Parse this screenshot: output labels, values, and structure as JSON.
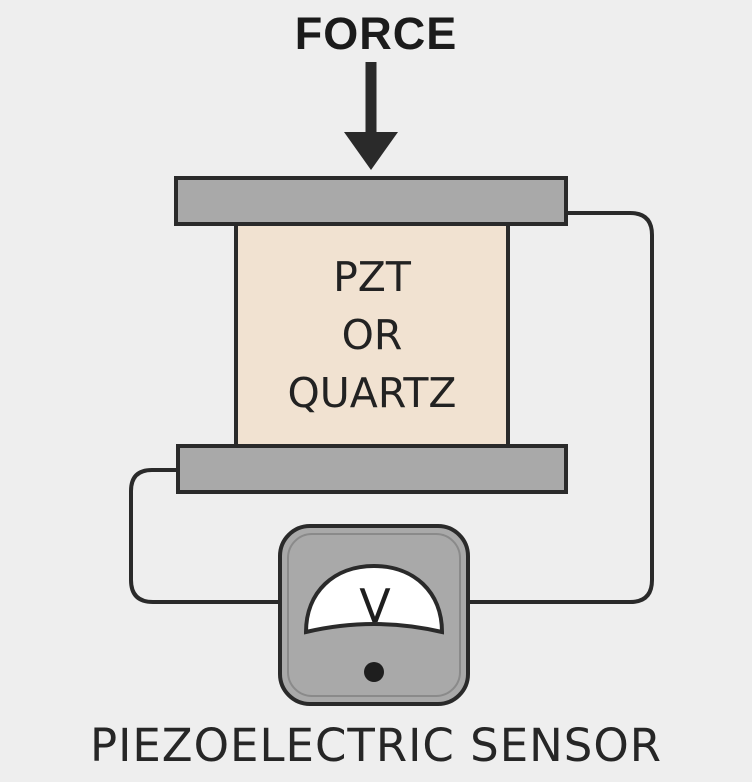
{
  "force_label": "FORCE",
  "crystal": {
    "lines": [
      "PZT",
      "OR",
      "QUARTZ"
    ]
  },
  "meter": {
    "symbol": "V"
  },
  "caption": "PIEZOELECTRIC SENSOR",
  "colors": {
    "background": "#eeeeee",
    "electrode_fill": "#a9a9a9",
    "crystal_fill": "#f1e2d1",
    "meter_body": "#a9a9a9",
    "meter_face": "#ffffff",
    "stroke": "#2a2a2a"
  }
}
